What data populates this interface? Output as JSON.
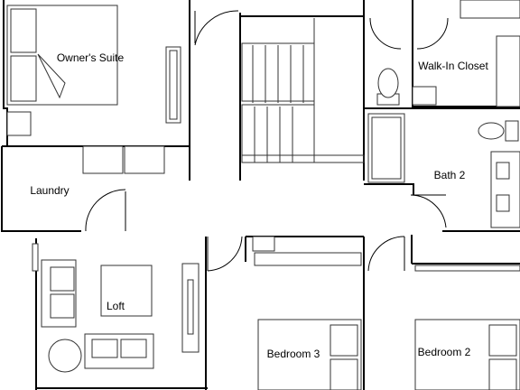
{
  "rooms": {
    "owners_suite": "Owner's Suite",
    "walk_in_closet": "Walk-In Closet",
    "bath_2": "Bath 2",
    "laundry": "Laundry",
    "loft": "Loft",
    "bedroom_3": "Bedroom 3",
    "bedroom_2": "Bedroom 2"
  },
  "colors": {
    "wall": "#000000",
    "fixture": "#333333",
    "background": "#ffffff"
  }
}
